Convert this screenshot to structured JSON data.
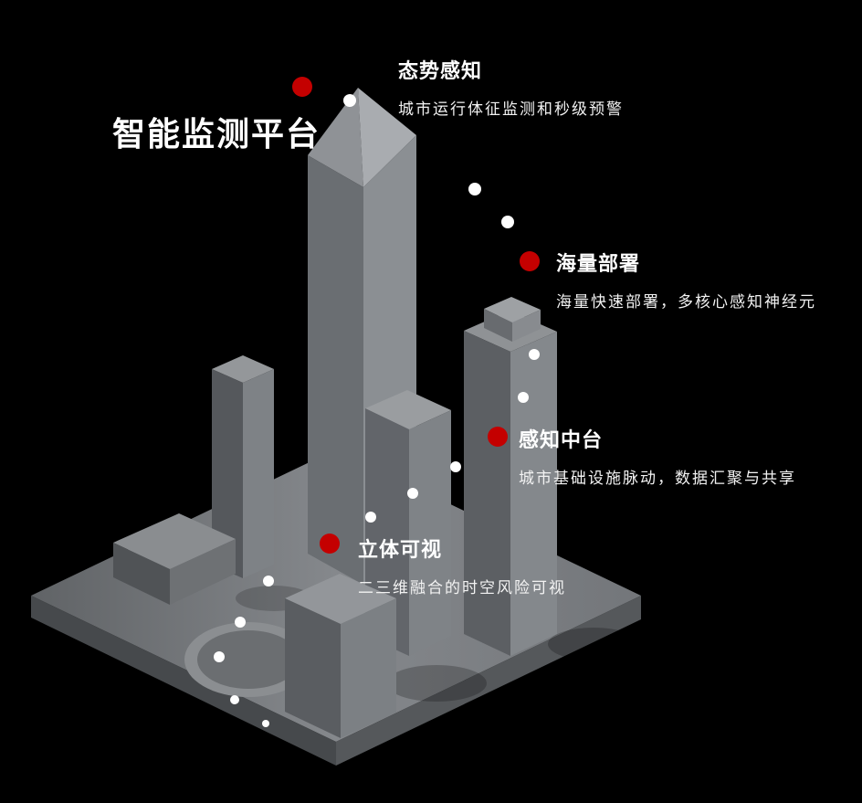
{
  "title": "智能监测平台",
  "features": [
    {
      "title": "态势感知",
      "desc": "城市运行体征监测和秒级预警"
    },
    {
      "title": "海量部署",
      "desc": "海量快速部署，多核心感知神经元"
    },
    {
      "title": "感知中台",
      "desc": "城市基础设施脉动，数据汇聚与共享"
    },
    {
      "title": "立体可视",
      "desc": "二三维融合的时空风险可视"
    }
  ],
  "colors": {
    "background": "#000000",
    "accent_red": "#c40000",
    "dot_white": "#ffffff",
    "text_white": "#ffffff",
    "building_gray": "#7d8084"
  }
}
